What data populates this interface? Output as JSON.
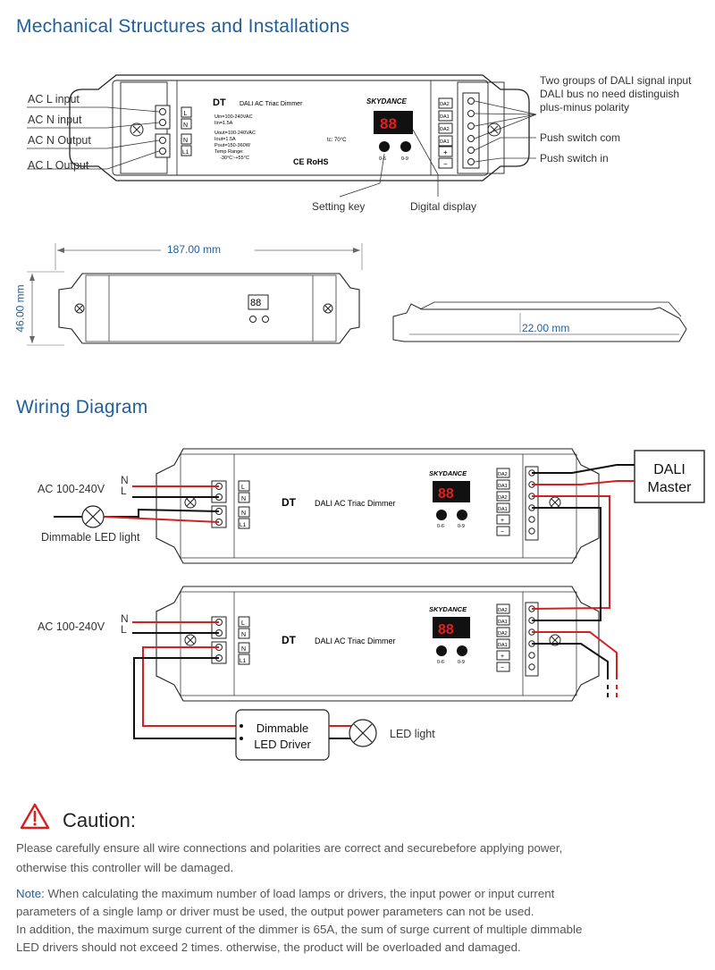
{
  "section1": {
    "title": "Mechanical Structures and Installations",
    "left_labels": [
      "AC L input",
      "AC N input",
      "AC N Output",
      "AC L Output"
    ],
    "right_labels": {
      "dali_line1": "Two groups of DALI signal input",
      "dali_line2": "DALI bus no need distinguish",
      "dali_line3": "plus-minus polarity",
      "push_com": "Push switch com",
      "push_in": "Push switch in"
    },
    "bottom_labels": {
      "setting_key": "Setting key",
      "digital_display": "Digital display"
    },
    "device": {
      "model": "DT",
      "name": "DALI AC Triac Dimmer",
      "brand": "SKYDANCE",
      "spec_lines": [
        "Uin=100-240VAC",
        "Iin=1.5A",
        "Uout=100-240VAC",
        "Iout=1.5A",
        "Pout=150-360W",
        "Temp Range:",
        "-30°C~+55°C"
      ],
      "tc": "tc: 70°C",
      "certs": "CE RoHS",
      "key1": "0-6",
      "key2": "0-9",
      "left_terminals": [
        "L",
        "N",
        "N",
        "L1"
      ],
      "right_terminals": [
        "DA2",
        "DA1",
        "DA2",
        "DA1",
        "+",
        "−"
      ]
    },
    "dims": {
      "length": "187.00 mm",
      "width": "46.00 mm",
      "height": "22.00 mm"
    }
  },
  "section2": {
    "title": "Wiring Diagram",
    "ac1": "AC 100-240V",
    "ac2": "AC 100-240V",
    "n": "N",
    "l": "L",
    "dimmable_led_light": "Dimmable LED light",
    "dali_master": [
      "DALI",
      "Master"
    ],
    "driver": [
      "Dimmable",
      "LED Driver"
    ],
    "led_light": "LED light"
  },
  "caution": {
    "title": "Caution:",
    "line1a": "Please carefully ensure all wire connections and polarities are correct and secure",
    "line1b": "before applying power,",
    "line2": "otherwise this controller will be damaged."
  },
  "note": {
    "label": "Note:",
    "line1": " When calculating the maximum number of load lamps or drivers, the input power or input current",
    "line2": "parameters of a single lamp or driver must be used, the output power parameters can not be used.",
    "line3": "In addition, the maximum surge current of the dimmer is 65A, the sum of surge current of multiple dimmable",
    "line4": "LED drivers should not exceed 2 times. otherwise, the product will be overloaded and damaged."
  },
  "colors": {
    "accent": "#1f5f9e",
    "wire_red": "#d42020",
    "wire_black": "#111111",
    "caution_red": "#d42020"
  }
}
